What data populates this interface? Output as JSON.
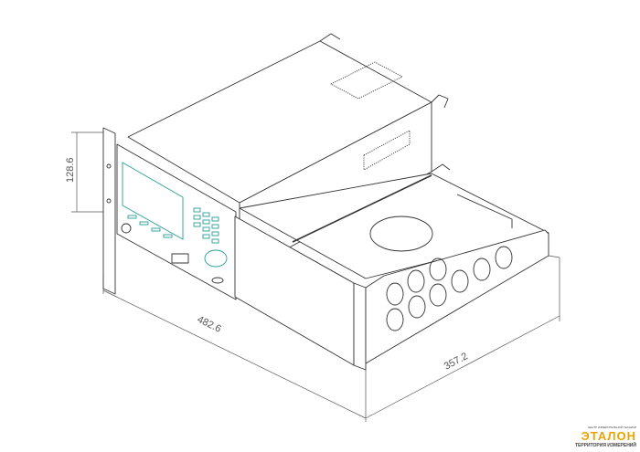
{
  "dimensions": {
    "height": "128.6",
    "width": "482.6",
    "depth": "357.2"
  },
  "logo": {
    "top_line": "ЦЕНТР ИЗМЕРИТЕЛЬНОЙ ТЕХНИКИ",
    "name": "ЭТАЛОН",
    "tagline": "ТЕРРИТОРИЯ ИЗМЕРЕНИЙ"
  },
  "colors": {
    "accent": "#2a9d9a",
    "logo": "#e8a400"
  }
}
